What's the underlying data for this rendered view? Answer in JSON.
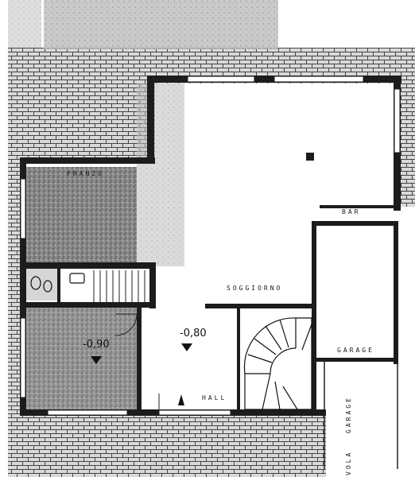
{
  "plan": {
    "rooms": {
      "pranzo": "PRANZO",
      "bar": "BAR",
      "soggiorno": "SOGGIORNO",
      "garage": "GARAGE",
      "hall": "HALL"
    },
    "levels": {
      "left": "-0,90",
      "right": "-0,80"
    },
    "ramp_labels": {
      "left": "VOLA",
      "right": "GARAGE"
    },
    "colors": {
      "wall": "#1c1c1c",
      "paving": "#5a5a5a",
      "ink": "#111111"
    }
  }
}
